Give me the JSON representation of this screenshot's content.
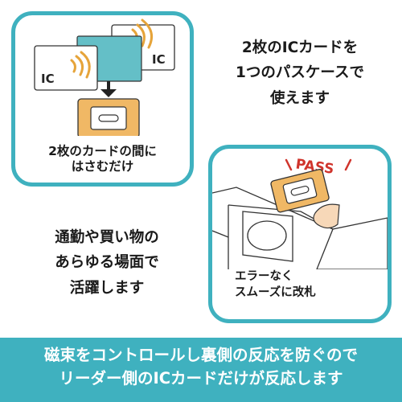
{
  "top_panel": {
    "card_left_label": "IC",
    "card_right_label": "IC",
    "caption_lines": [
      "2枚のカードの間に",
      "はさむだけ"
    ]
  },
  "headline_right": {
    "lines": [
      "2枚のICカードを",
      "1つのパスケースで",
      "使えます"
    ]
  },
  "headline_left": {
    "lines": [
      "通勤や買い物の",
      "あらゆる場面で",
      "活躍します"
    ]
  },
  "bottom_panel": {
    "pass_label": "PASS",
    "caption_lines": [
      "エラーなく",
      "スムーズに改札"
    ]
  },
  "banner": {
    "lines": [
      "磁束をコントロールし裏側の反応を防ぐので",
      "リーダー側のICカードだけが反応します"
    ]
  },
  "colors": {
    "accent": "#3fb1bf",
    "card_center": "#64bfc7",
    "wave": "#e6a43a",
    "case_orange": "#f0b865",
    "pass_red": "#d0342c"
  }
}
